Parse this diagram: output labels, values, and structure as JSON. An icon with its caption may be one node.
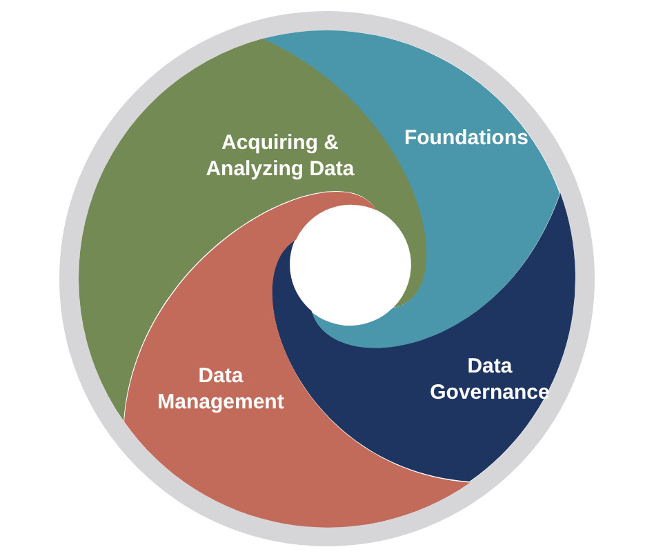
{
  "diagram": {
    "nodes": [
      {
        "text": [
          "Foundations"
        ]
      },
      {
        "text": [
          "Acquiring & Analyzing Data"
        ]
      },
      {
        "text": [
          "Data Governance"
        ]
      },
      {
        "text": [
          "Data Management"
        ]
      }
    ]
  }
}
